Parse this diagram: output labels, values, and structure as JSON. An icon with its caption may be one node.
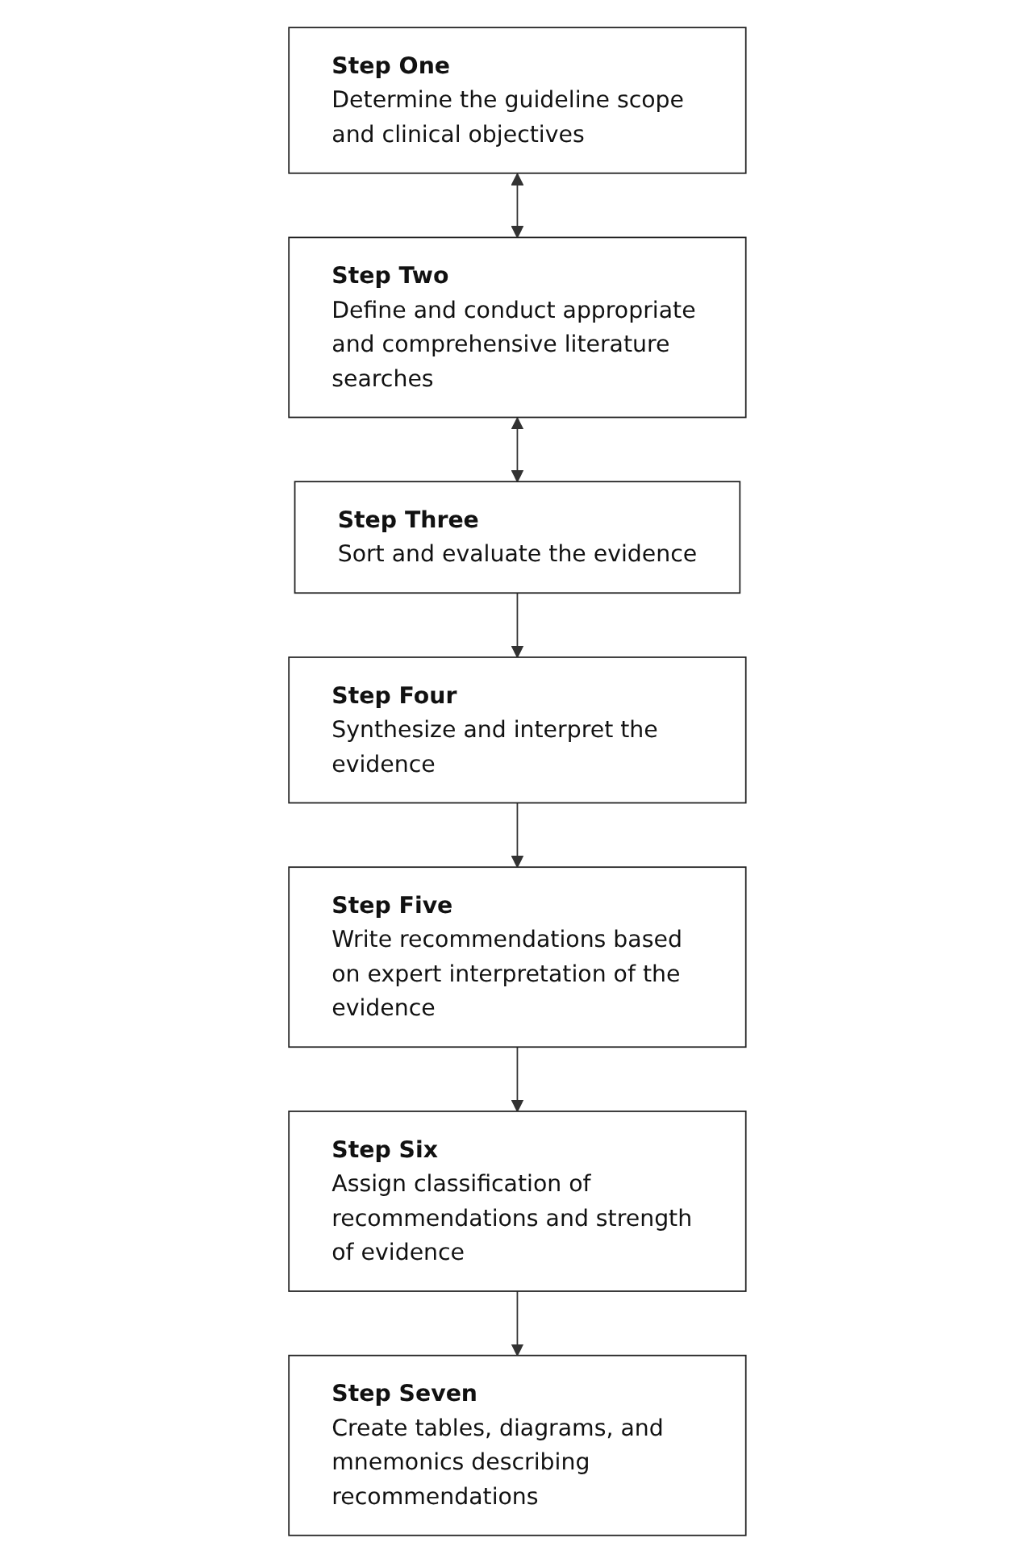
{
  "diagram": {
    "nodes": [
      {
        "text": [
          "Step One",
          "Determine the guideline scope and clinical objectives"
        ]
      },
      {
        "text": [
          "Step Two",
          "Define and conduct appropriate and comprehensive literature searches"
        ]
      },
      {
        "text": [
          "Step Three",
          "Sort and evaluate the evidence"
        ]
      },
      {
        "text": [
          "Step Four",
          "Synthesize and interpret the evidence"
        ]
      },
      {
        "text": [
          "Step Five",
          "Write recommendations based on expert interpretation of the evidence"
        ]
      },
      {
        "text": [
          "Step Six",
          "Assign classification of recommendations and strength of evidence"
        ]
      },
      {
        "text": [
          "Step Seven",
          "Create tables, diagrams, and mnemonics describing recommendations"
        ]
      }
    ],
    "edges": [
      {
        "from": 0,
        "to": 1,
        "arrow": "both"
      },
      {
        "from": 1,
        "to": 2,
        "arrow": "both"
      },
      {
        "from": 2,
        "to": 3,
        "arrow": "to"
      },
      {
        "from": 3,
        "to": 4,
        "arrow": "to"
      },
      {
        "from": 4,
        "to": 5,
        "arrow": "to"
      },
      {
        "from": 5,
        "to": 6,
        "arrow": "to"
      }
    ]
  }
}
